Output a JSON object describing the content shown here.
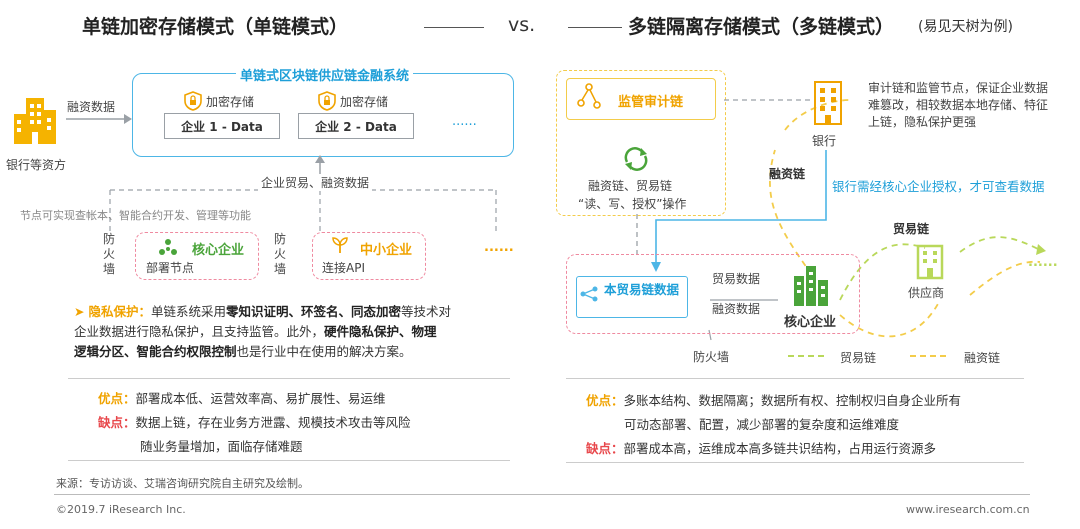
{
  "header": {
    "title_left": "单链加密存储模式（单链模式）",
    "vs": "vs.",
    "title_right": "多链隔离存储模式（多链模式）",
    "title_right_note": "(易见天树为例)"
  },
  "left": {
    "system_title": "单链式区块链供应链金融系统",
    "enc1": "加密存储",
    "enc2": "加密存储",
    "cell1": "企业 1 - Data",
    "cell2": "企业 2 - Data",
    "cell_more": "......",
    "financing_data": "融资数据",
    "bank_label": "银行等资方",
    "trade_label": "企业贸易、融资数据",
    "node_note": "节点可实现查帐本、智能合约开发、管理等功能",
    "firewall1": "防\n火\n墙",
    "firewall2": "防\n火\n墙",
    "core_name": "核心企业",
    "core_sub": "部署节点",
    "sme_name": "中小企业",
    "sme_sub": "连接API",
    "more_dots": "......",
    "privacy": {
      "arrow": "➤",
      "lead": "隐私保护：",
      "p1": "单链系统采用",
      "b1": "零知识证明、环签名、同态加密",
      "p2": "等技术对",
      "line2": "企业数据进行隐私保护，且支持监管。此外，",
      "b2": "硬件隐私保护、物理",
      "b3": "逻辑分区、智能合约权限控制",
      "p3": "也是行业中在使用的解决方案。"
    },
    "pros_label": "优点：",
    "pros": "部署成本低、运营效率高、易扩展性、易运维",
    "cons_label": "缺点：",
    "cons1": "数据上链，存在业务方泄露、规模技术攻击等风险",
    "cons2": "随业务量增加，面临存储难题"
  },
  "right": {
    "audit_chain": "监管审计链",
    "audit_ops1": "融资链、贸易链",
    "audit_ops2": "“读、写、授权”操作",
    "bank_label": "银行",
    "bank_note": "审计链和监管节点，保证企业数据难篡改，相较数据本地存储、特征上链，隐私保护更强",
    "financing_chain_vertical": "融资链",
    "bank_auth": "银行需经核心企业授权，才可查看数据",
    "trade_chain_label": "贸易链",
    "trade_data": "本贸易链数据",
    "trade_data_lbl": "贸易数据",
    "financing_data_lbl": "融资数据",
    "core": "核心企业",
    "supplier": "供应商",
    "firewall": "防火墙",
    "more": "......",
    "legend_trade": "贸易链",
    "legend_fin": "融资链",
    "pros_label": "优点：",
    "pros1": "多账本结构、数据隔离；数据所有权、控制权归自身企业所有",
    "pros2": "可动态部署、配置，减少部署的复杂度和运维难度",
    "cons_label": "缺点：",
    "cons": "部署成本高，运维成本高多链共识结构，占用运行资源多"
  },
  "footer": {
    "source": "来源：专访访谈、艾瑞咨询研究院自主研究及绘制。",
    "copyright": "©2019.7 iResearch Inc.",
    "website": "www.iresearch.com.cn"
  },
  "colors": {
    "accent_blue": "#4db6e6",
    "orange": "#f0a300",
    "green": "#4aa43a",
    "red": "#e8484c",
    "pink_dashed": "#ef8aa0",
    "yellow_dashed": "#f3cc4a",
    "green_dashed": "#b9d85a"
  },
  "icons": [
    "building-icon",
    "lock-icon",
    "network-node-icon",
    "plant-icon",
    "chain-link-icon",
    "recycle-icon",
    "factory-icon",
    "office-building-icon"
  ]
}
